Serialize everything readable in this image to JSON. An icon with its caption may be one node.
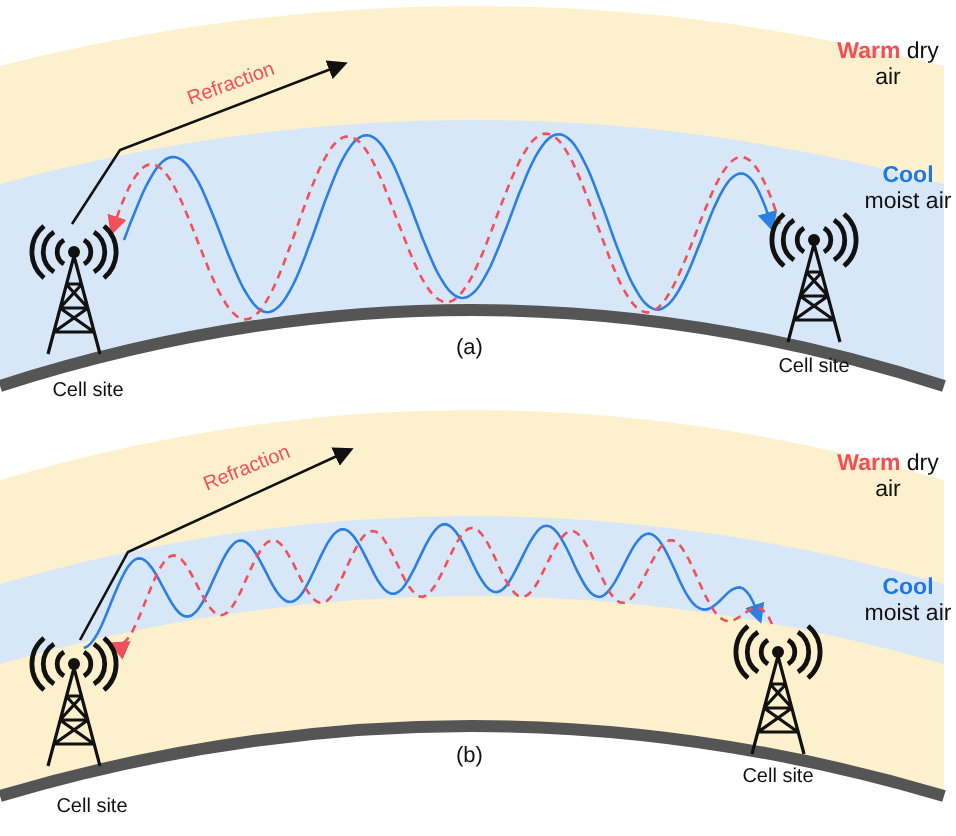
{
  "diagram": {
    "nodes": [
      {
        "text": [
          "Cell site"
        ]
      },
      {
        "text": [
          "Cell site"
        ]
      },
      {
        "text": [
          "Cell site"
        ]
      },
      {
        "text": [
          "Cell site"
        ]
      }
    ],
    "edges": [
      {
        "from": 0,
        "to": 1,
        "arrow": "to",
        "color": "#2b7fe0"
      },
      {
        "from": 1,
        "to": 0,
        "arrow": "to",
        "style": "dashed",
        "color": "#f0505a"
      },
      {
        "from": 0,
        "to": null,
        "arrow": "to",
        "label": "Refraction",
        "color": "#111111"
      },
      {
        "from": 2,
        "to": 3,
        "arrow": "to",
        "color": "#2b7fe0"
      },
      {
        "from": 3,
        "to": 2,
        "arrow": "to",
        "style": "dashed",
        "color": "#f0505a"
      },
      {
        "from": 2,
        "to": null,
        "arrow": "to",
        "label": "Refraction",
        "color": "#111111"
      }
    ],
    "labels": [
      "Warm dry air",
      "Cool moist air",
      "(a)",
      "Warm dry air",
      "Cool moist air",
      "(b)"
    ]
  }
}
